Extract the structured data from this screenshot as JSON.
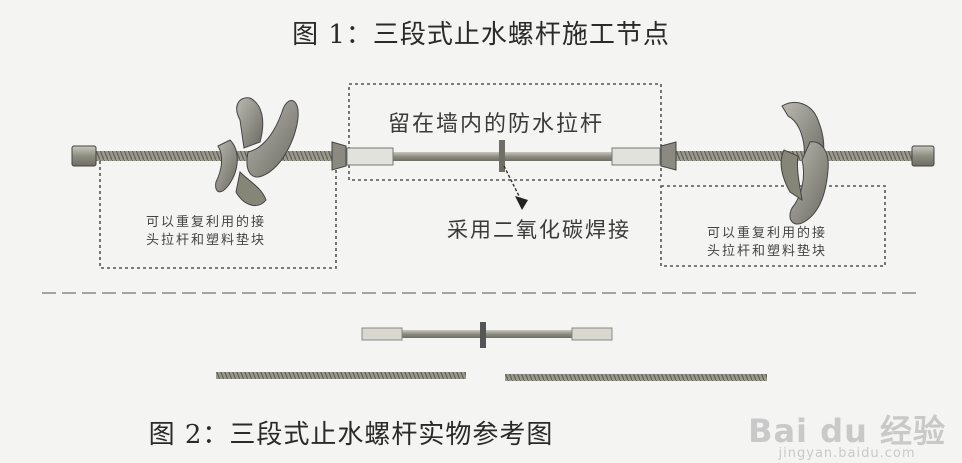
{
  "figure1": {
    "caption": "图 1：三段式止水螺杆施工节点",
    "center_label": "留在墙内的防水拉杆",
    "weld_label": "采用二氧化碳焊接",
    "left_label_line1": "可以重复利用的接",
    "left_label_line2": "头拉杆和塑料垫块",
    "right_label_line1": "可以重复利用的接",
    "right_label_line2": "头拉杆和塑料垫块"
  },
  "figure2": {
    "caption": "图 2：三段式止水螺杆实物参考图"
  },
  "watermark": {
    "logo": "Bai du 经验",
    "url": "jingyan.baidu.com"
  }
}
